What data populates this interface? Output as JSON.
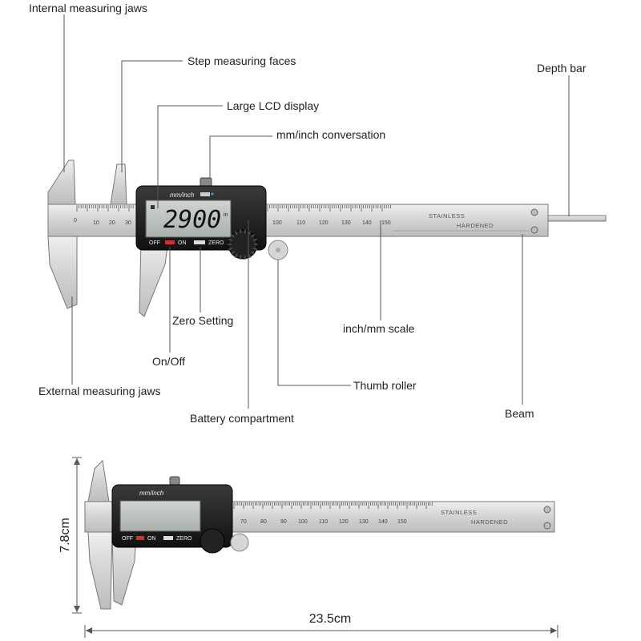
{
  "callouts": {
    "internal_jaws": "Internal measuring jaws",
    "step_faces": "Step measuring faces",
    "lcd_display": "Large LCD display",
    "mm_inch": "mm/inch conversation",
    "depth_bar": "Depth bar",
    "zero_setting": "Zero Setting",
    "inch_mm_scale": "inch/mm scale",
    "on_off": "On/Off",
    "thumb_roller": "Thumb roller",
    "external_jaws": "External measuring jaws",
    "battery": "Battery compartment",
    "beam": "Beam"
  },
  "caliper": {
    "lcd_reading": "2900",
    "lcd_unit": "in",
    "unit_button": "mm/inch",
    "off_label": "OFF",
    "on_label": "ON",
    "zero_label": "ZERO",
    "stamp_line1": "STAINLESS",
    "stamp_line2": "HARDENED",
    "scale_zero": "0",
    "scale_numbers": [
      "10",
      "20",
      "30",
      "100",
      "110",
      "120",
      "130",
      "140",
      "150"
    ],
    "small_scale_numbers": [
      "70",
      "80",
      "90",
      "100",
      "110",
      "120",
      "130",
      "140",
      "150"
    ]
  },
  "dimensions": {
    "height": "7.8cm",
    "width": "23.5cm"
  },
  "colors": {
    "steel": "#d8d8d8",
    "body": "#1b1b1b",
    "lcd": "#bfc4c0",
    "line": "#555555"
  }
}
